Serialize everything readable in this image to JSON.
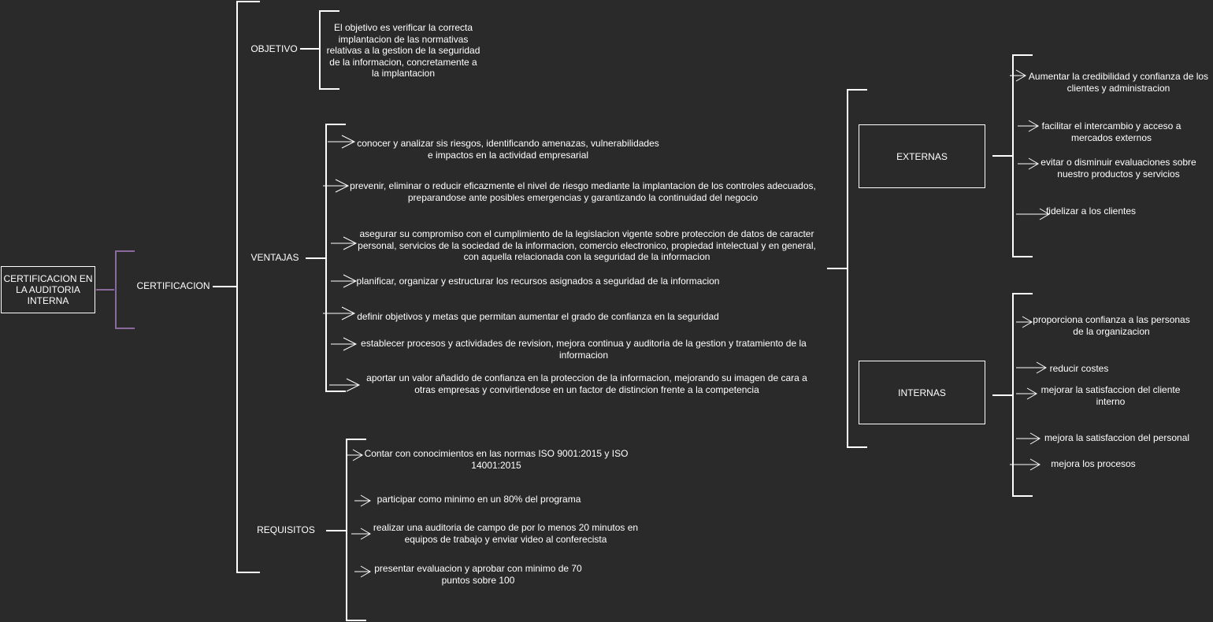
{
  "colors": {
    "background": "#2a2a2a",
    "line": "#ffffff",
    "root_brace": "#8a6a9c"
  },
  "root": {
    "label": "CERTIFICACION EN LA AUDITORIA INTERNA"
  },
  "certificacion": {
    "label": "CERTIFICACION"
  },
  "objetivo": {
    "label": "OBJETIVO",
    "text": "El objetivo es verificar la correcta implantacion de las normativas relativas a la gestion de la seguridad de la informacion, concretamente a la implantacion"
  },
  "ventajas": {
    "label": "VENTAJAS",
    "items": [
      "conocer y analizar sis riesgos, identificando amenazas, vulnerabilidades e impactos en la actividad empresarial",
      "prevenir, eliminar o reducir eficazmente el nivel de riesgo mediante la implantacion de los controles adecuados, preparandose ante posibles emergencias y garantizando la continuidad del negocio",
      "asegurar su compromiso con el cumplimiento de la legislacion vigente sobre proteccion de datos de caracter personal, servicios de la sociedad de la informacion, comercio electronico, propiedad intelectual y en general, con aquella relacionada con la seguridad de la informacion",
      "planificar, organizar y estructurar los recursos asignados a seguridad de la informacion",
      "definir objetivos y metas que permitan aumentar el grado de confianza en la seguridad",
      "establecer procesos y actividades de revision, mejora continua y auditoria de la gestion y tratamiento de la informacion",
      "aportar un valor añadido de confianza en la proteccion de la informacion, mejorando su imagen de cara a otras empresas y convirtiendose en un factor de distincion frente a la competencia"
    ]
  },
  "requisitos": {
    "label": "REQUISITOS",
    "items": [
      "Contar con conocimientos en las normas ISO 9001:2015 y ISO 14001:2015",
      "participar como minimo en un 80% del programa",
      "realizar una auditoria de campo de por lo menos 20 minutos en equipos de trabajo y enviar video al conferecista",
      "presentar evaluacion y aprobar con minimo de 70 puntos sobre 100"
    ]
  },
  "externas": {
    "label": "EXTERNAS",
    "items": [
      "Aumentar la credibilidad y confianza de los clientes y administracion",
      "facilitar el intercambio y acceso a mercados externos",
      "evitar o disminuir evaluaciones sobre nuestro productos y servicios",
      "fidelizar a los clientes"
    ]
  },
  "internas": {
    "label": "INTERNAS",
    "items": [
      "proporciona confianza a las personas de la organizacion",
      "reducir costes",
      "mejorar la satisfaccion del cliente interno",
      "mejora la satisfaccion del personal",
      "mejora los procesos"
    ]
  }
}
